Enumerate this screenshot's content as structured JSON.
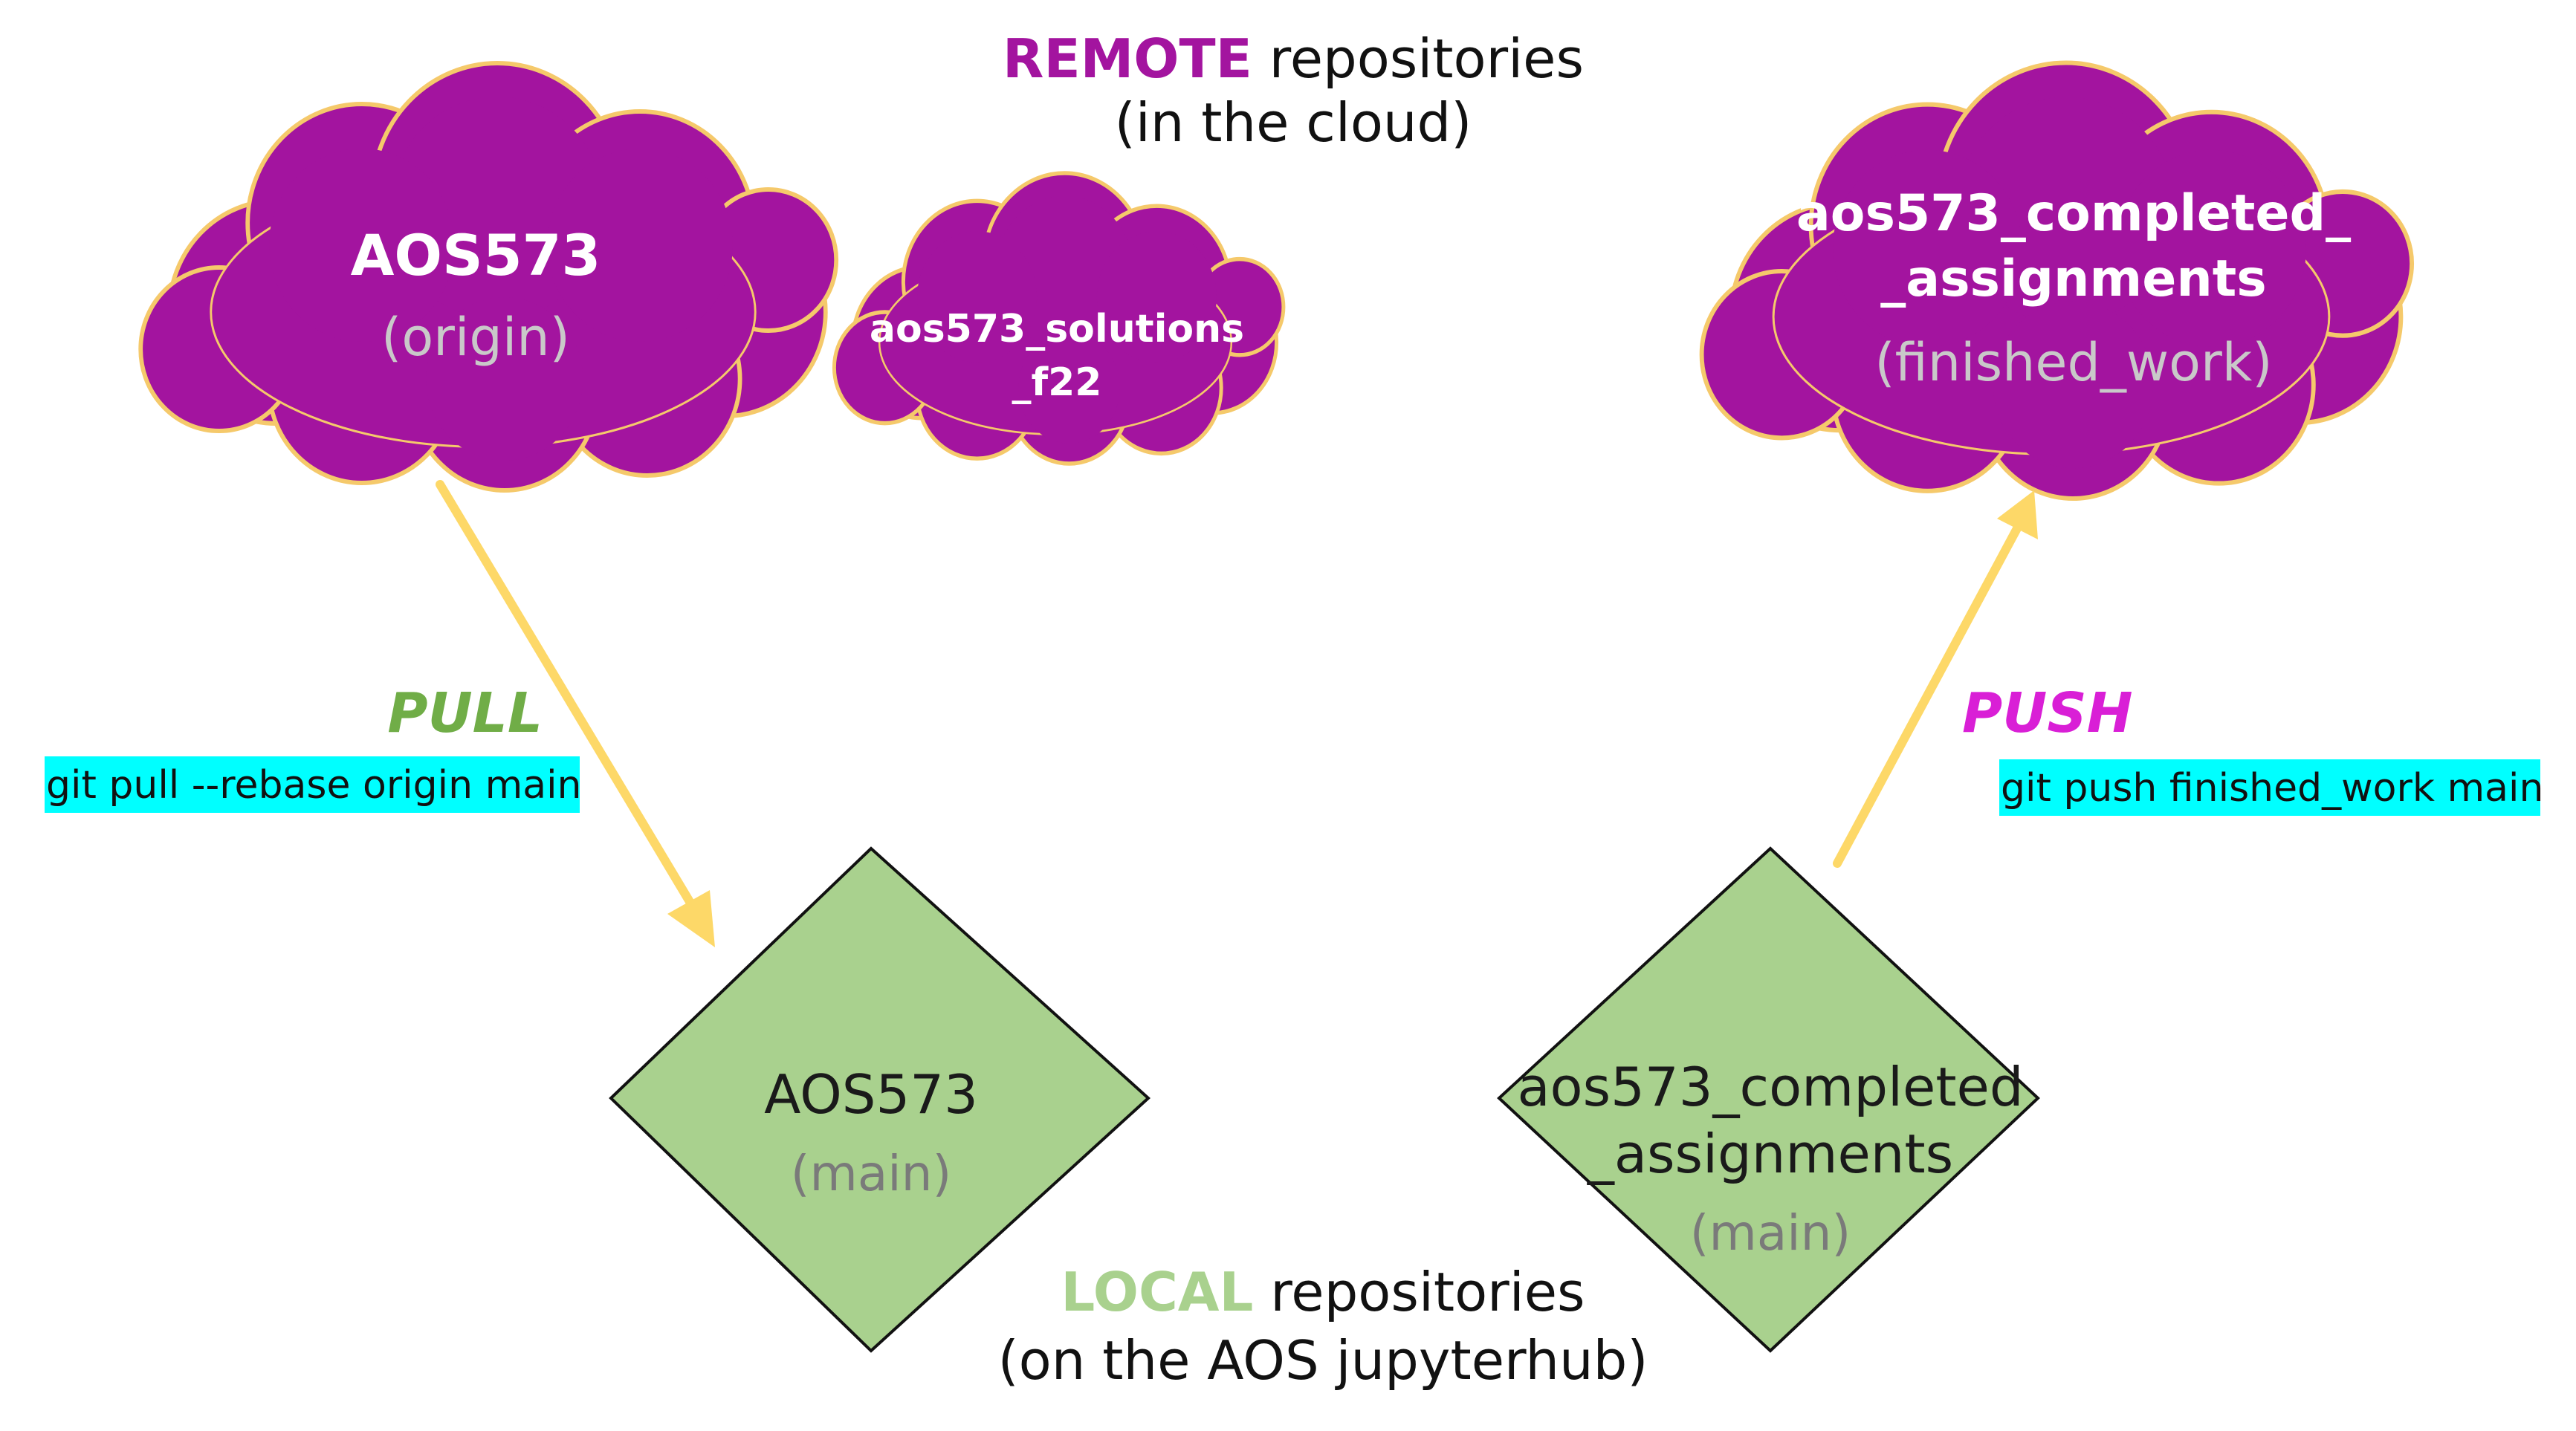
{
  "colors": {
    "cloud_fill": "#a3149f",
    "cloud_stroke": "#f5c96b",
    "diamond_fill": "#a9d18e",
    "diamond_stroke": "#111111",
    "arrow": "#fdd868",
    "remote_accent": "#a3149f",
    "local_accent": "#a9d18e",
    "pull_color": "#70ad47",
    "push_color": "#d91fd6",
    "command_highlight": "#00ffff"
  },
  "remote_heading": {
    "accent": "REMOTE",
    "rest": " repositories",
    "line2": "(in the cloud)"
  },
  "local_heading": {
    "accent": "LOCAL",
    "rest": " repositories",
    "line2": "(on the AOS jupyterhub)"
  },
  "clouds": {
    "origin": {
      "name": "AOS573",
      "remote": "(origin)"
    },
    "solutions": {
      "line1": "aos573_solutions",
      "line2": "_f22"
    },
    "finished": {
      "line1": "aos573_completed_",
      "line2": "_assignments",
      "remote": "(finished_work)"
    }
  },
  "diamonds": {
    "local_aos": {
      "name": "AOS573",
      "branch": "(main)"
    },
    "local_completed": {
      "line1": "aos573_completed",
      "line2": "_assignments",
      "branch": "(main)"
    }
  },
  "pull": {
    "label": "PULL",
    "command": "git pull --rebase origin main"
  },
  "push": {
    "label": "PUSH",
    "command": "git push finished_work main"
  }
}
